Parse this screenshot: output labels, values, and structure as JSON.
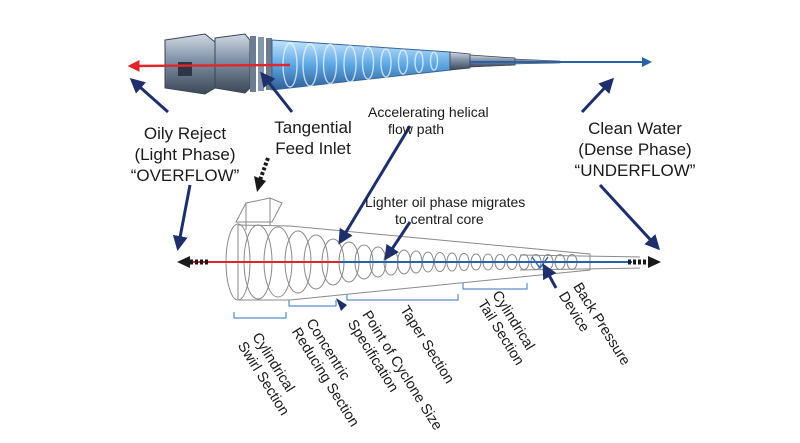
{
  "colors": {
    "arrow_navy": "#1f2f6b",
    "overflow_red": "#e0262b",
    "underflow_blue": "#2a62a8",
    "outline_gray": "#8a8a8a",
    "bracket_blue": "#5b8fc7",
    "body_steel": "#8f9fb3",
    "liner_blue": "#5aa8e8"
  },
  "labels": {
    "oily_reject": [
      "Oily Reject",
      "(Light Phase)",
      "“OVERFLOW”"
    ],
    "tangential_feed": [
      "Tangential",
      "Feed Inlet"
    ],
    "helical_path": [
      "Accelerating helical",
      "flow path"
    ],
    "clean_water": [
      "Clean Water",
      "(Dense Phase)",
      "“UNDERFLOW”"
    ],
    "lighter_oil": [
      "Lighter oil phase migrates",
      "to central core"
    ]
  },
  "sections": [
    [
      "Cylindrical",
      "Swirl Section"
    ],
    [
      "Concentric",
      "Reducing Section"
    ],
    [
      "Point of Cyclone Size",
      "Specification"
    ],
    [
      "Taper Section"
    ],
    [
      "Cylindrical",
      "Tail Section"
    ],
    [
      "Back Pressure",
      "Device"
    ]
  ],
  "icons": {
    "hydrocyclone_render": "hydrocyclone-liner-icon",
    "schematic": "hydrocyclone-schematic-icon",
    "pointer_arrow": "arrow-icon"
  }
}
